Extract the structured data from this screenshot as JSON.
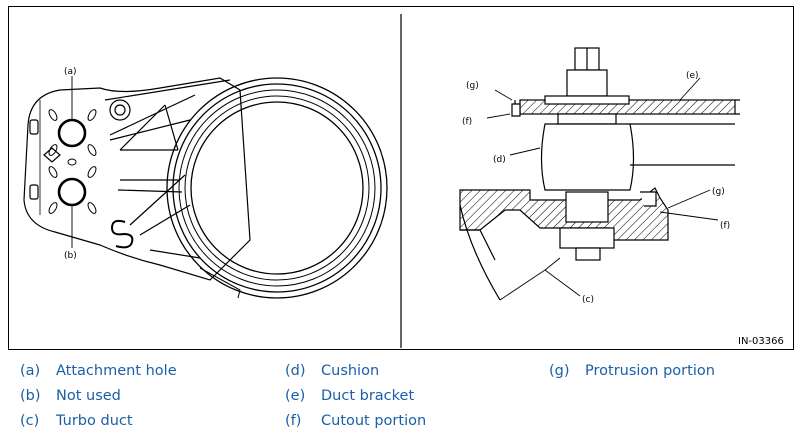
{
  "figure": {
    "id": "IN-03366",
    "callouts": {
      "a": "(a)",
      "b": "(b)",
      "c": "(c)",
      "d": "(d)",
      "e": "(e)",
      "f": "(f)",
      "g": "(g)"
    }
  },
  "legend": [
    {
      "key": "(a)",
      "label": "Attachment hole"
    },
    {
      "key": "(b)",
      "label": "Not used"
    },
    {
      "key": "(c)",
      "label": "Turbo duct"
    },
    {
      "key": "(d)",
      "label": "Cushion"
    },
    {
      "key": "(e)",
      "label": "Duct bracket"
    },
    {
      "key": "(f)",
      "label": "Cutout portion"
    },
    {
      "key": "(g)",
      "label": "Protrusion portion"
    }
  ],
  "colors": {
    "legend_text": "#1a5fa8",
    "line": "#000000"
  }
}
